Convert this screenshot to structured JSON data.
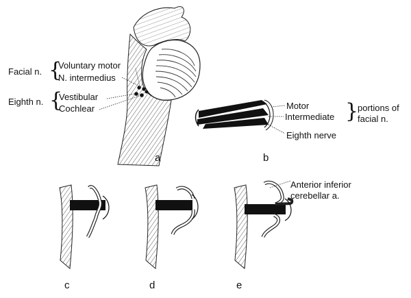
{
  "labels": {
    "facial_nerve": "Facial n.",
    "voluntary_motor": "Voluntary motor",
    "n_intermedius": "N. intermedius",
    "eighth_nerve_group": "Eighth n.",
    "vestibular": "Vestibular",
    "cochlear": "Cochlear",
    "motor": "Motor",
    "intermediate": "Intermediate",
    "portions_of": "portions of",
    "facial_n": "facial n.",
    "eighth_nerve": "Eighth nerve",
    "aica_line1": "Anterior inferior",
    "aica_line2": "cerebellar a."
  },
  "panels": {
    "a": "a",
    "b": "b",
    "c": "c",
    "d": "d",
    "e": "e"
  }
}
